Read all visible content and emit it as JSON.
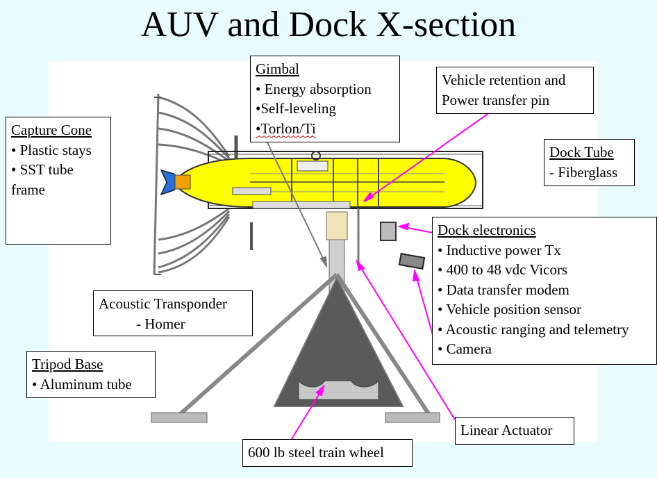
{
  "title": "AUV and Dock X-section",
  "callouts": {
    "capture_cone": {
      "heading": "Capture Cone",
      "items": [
        "• Plastic stays",
        "• SST tube frame"
      ]
    },
    "gimbal": {
      "heading": "Gimbal",
      "items": [
        "• Energy absorption",
        "•Self-leveling",
        "•Torlon/Ti"
      ]
    },
    "vehicle_retention": {
      "lines": [
        "Vehicle retention and",
        "Power transfer pin"
      ]
    },
    "dock_tube": {
      "heading": "Dock Tube",
      "items": [
        "- Fiberglass"
      ]
    },
    "dock_electronics": {
      "heading": "Dock electronics",
      "items": [
        "• Inductive power Tx",
        "• 400 to 48 vdc Vicors",
        "• Data transfer modem",
        "• Vehicle position sensor",
        "• Acoustic ranging and telemetry",
        "• Camera"
      ]
    },
    "acoustic_transponder": {
      "lines": [
        "Acoustic Transponder",
        "- Homer"
      ]
    },
    "tripod_base": {
      "heading": "Tripod Base",
      "items": [
        "• Aluminum tube"
      ]
    },
    "linear_actuator": {
      "label": "Linear Actuator"
    },
    "train_wheel": {
      "label": "600 lb steel train wheel"
    }
  },
  "colors": {
    "background": "#e9fcfd",
    "vehicle_body": "#ffff00",
    "nose_cap": "#2a6fd6",
    "leader_line": "#ff00ff",
    "tripod_fill": "#5a5a5a"
  }
}
